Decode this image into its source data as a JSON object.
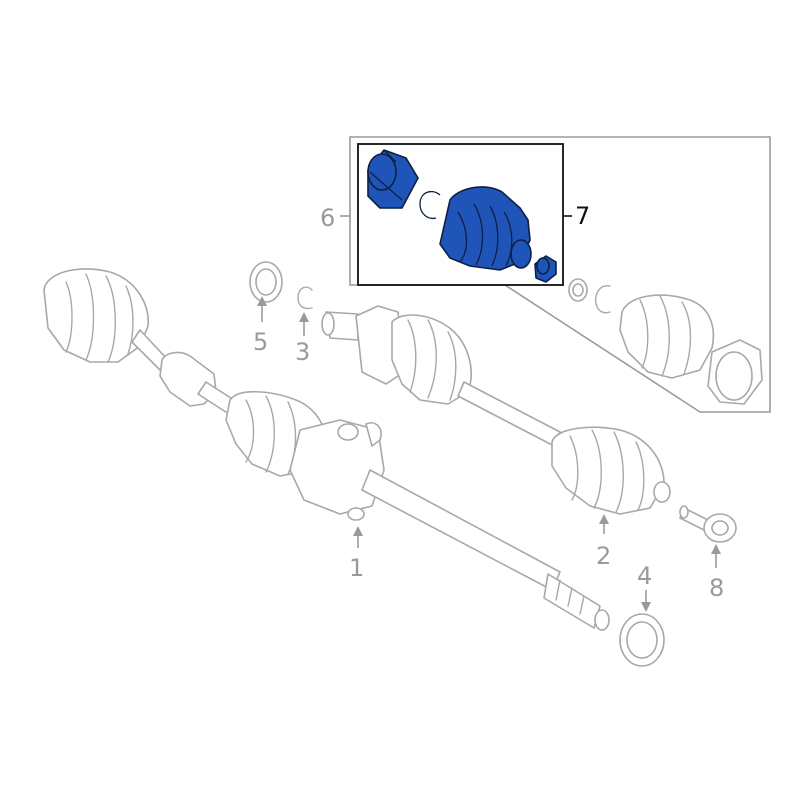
{
  "diagram": {
    "type": "exploded parts diagram",
    "highlight_color": "#1f55b8",
    "part_color": "#a8a8a8",
    "callouts": [
      {
        "id": "1",
        "label": "1"
      },
      {
        "id": "2",
        "label": "2"
      },
      {
        "id": "3",
        "label": "3"
      },
      {
        "id": "4",
        "label": "4"
      },
      {
        "id": "5",
        "label": "5"
      },
      {
        "id": "6",
        "label": "6"
      },
      {
        "id": "7",
        "label": "7"
      },
      {
        "id": "8",
        "label": "8"
      }
    ]
  }
}
